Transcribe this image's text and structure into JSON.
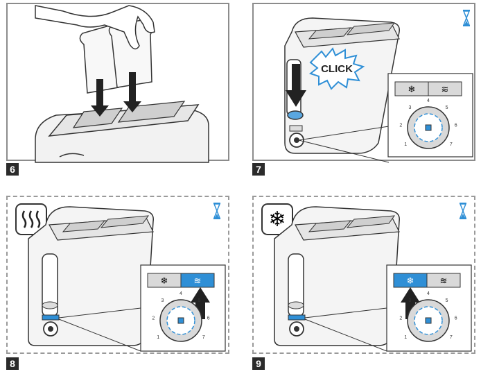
{
  "steps": [
    {
      "number": "6",
      "mode": "insert-bread"
    },
    {
      "number": "7",
      "mode": "press-lever",
      "click_text": "CLICK"
    },
    {
      "number": "8",
      "mode": "reheat-button"
    },
    {
      "number": "9",
      "mode": "defrost-button"
    }
  ],
  "dial": {
    "ticks": [
      "1",
      "2",
      "3",
      "4",
      "5",
      "6",
      "7"
    ]
  },
  "buttons": {
    "defrost_symbol": "❄",
    "reheat_symbol": "≋"
  },
  "icons": [
    "hourglass-icon",
    "reheat-icon",
    "defrost-icon",
    "arrow-down-icon",
    "arrow-up-icon"
  ],
  "colors": {
    "accent": "#2f8fd6",
    "line": "#333333",
    "fill_gray": "#d9d9d9",
    "light_blue": "#9fd0f0"
  }
}
